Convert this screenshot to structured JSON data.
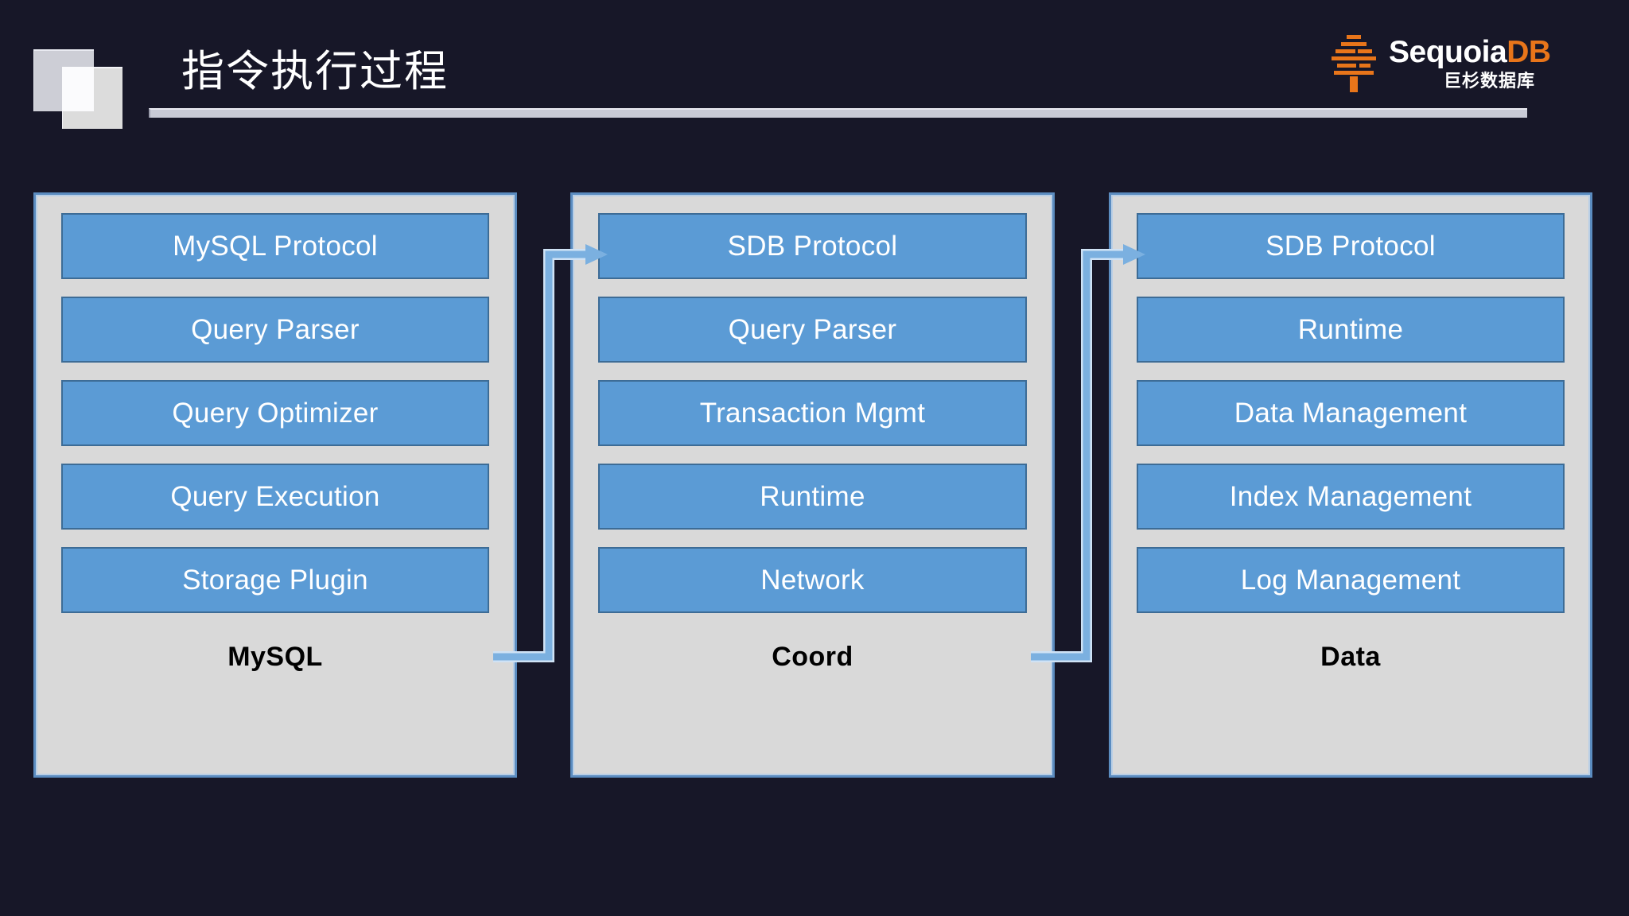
{
  "header": {
    "title": "指令执行过程",
    "decor_icon": "two-overlapping-squares"
  },
  "logo": {
    "mark_icon": "sequoia-tree-icon",
    "name_primary": "Sequoia",
    "name_accent": "DB",
    "name_cn": "巨杉数据库",
    "accent_color": "#e8751a",
    "primary_color": "#ffffff"
  },
  "theme": {
    "background": "#171728",
    "panel_fill": "#d9d9d9",
    "panel_border": "#5b8cc0",
    "block_fill": "#5b9bd5",
    "block_border": "#3d6c96",
    "block_text": "#ffffff",
    "label_text": "#000000",
    "connector_color": "#a9cbeb"
  },
  "diagram": {
    "type": "layered-architecture",
    "columns": [
      {
        "id": "mysql",
        "label": "MySQL",
        "layers": [
          "MySQL Protocol",
          "Query Parser",
          "Query Optimizer",
          "Query Execution",
          "Storage Plugin"
        ]
      },
      {
        "id": "coord",
        "label": "Coord",
        "layers": [
          "SDB Protocol",
          "Query Parser",
          "Transaction Mgmt",
          "Runtime",
          "Network"
        ]
      },
      {
        "id": "data",
        "label": "Data",
        "layers": [
          "SDB Protocol",
          "Runtime",
          "Data Management",
          "Index Management",
          "Log Management"
        ]
      }
    ],
    "connectors": [
      {
        "id": "mysql-to-coord",
        "from": "MySQL / Storage Plugin",
        "to": "Coord / SDB Protocol",
        "arrow": "right"
      },
      {
        "id": "coord-to-data",
        "from": "Coord / Network",
        "to": "Data / SDB Protocol",
        "arrow": "right"
      }
    ]
  }
}
